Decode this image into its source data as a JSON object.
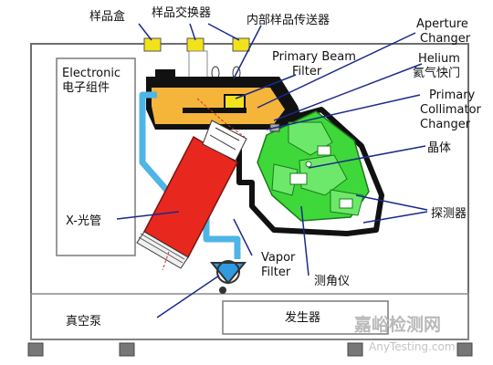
{
  "labels": {
    "sample_box": "样品盒",
    "sample_changer": "样品交换器",
    "internal_transfer": "内部样品传送器",
    "aperture_changer": [
      "Aperture",
      "Changer"
    ],
    "electronic": [
      "Electronic",
      "电子组件"
    ],
    "primary_beam_filter": [
      "Primary Beam",
      "Filter"
    ],
    "helium_shutter": [
      "Helium",
      "氦气快门"
    ],
    "primary_collimator_changer": [
      "Primary",
      "Collimator",
      "Changer"
    ],
    "crystal": "晶体",
    "xray_tube": "X-光管",
    "detector": "探测器",
    "vapor_filter": [
      "Vapor",
      "Filter"
    ],
    "goniometer": "测角仪",
    "vacuum_pump": "真空泵",
    "generator": "发生器"
  },
  "watermark": {
    "text": "嘉峪检测网",
    "url": "AnyTesting.com"
  },
  "colors": {
    "frame": "#6e6e6e",
    "orange_chamber": "#f5b53a",
    "black_wall": "#111111",
    "xray_tube": "#e8281e",
    "crystal_green": "#3fd83a",
    "tube_blue": "#4fb5e6",
    "connector_yellow": "#f2e21a",
    "pump_blue": "#2f9be0"
  }
}
